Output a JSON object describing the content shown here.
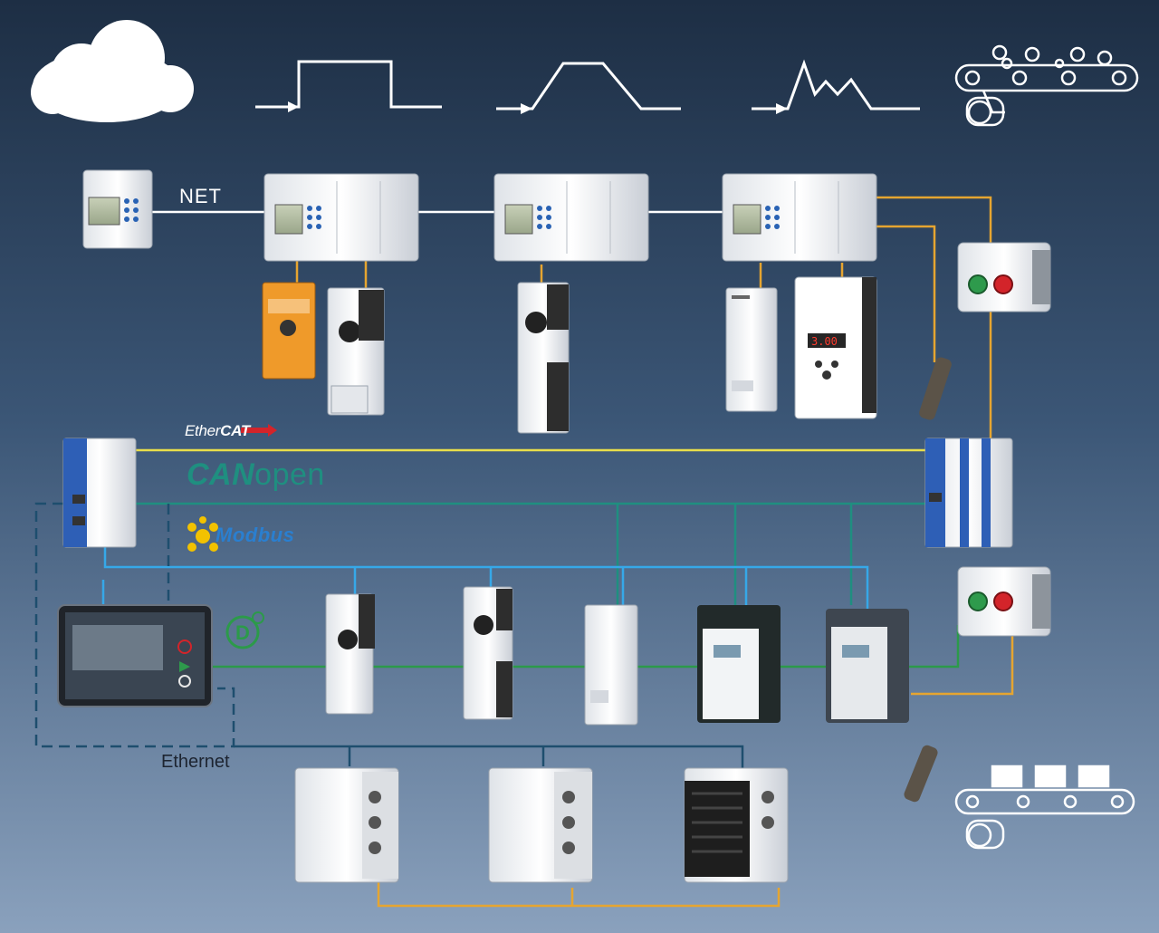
{
  "title": "",
  "labels": {
    "net": "NET",
    "ethernet": "Ethernet",
    "ethercat_a": "Ether",
    "ethercat_b": "CAT",
    "canopen_a": "CAN",
    "canopen_b": "open",
    "modbus": "Modbus"
  },
  "colors": {
    "net_line": "#ffffff",
    "io_line": "#e6a530",
    "ethercat_line": "#e8de4a",
    "canopen_line": "#1f8f80",
    "modbus_line": "#36a8e8",
    "dt_line": "#2c9a4a",
    "ethernet_line": "#1e4e6e",
    "background_top": "#1d2e44",
    "background_bottom": "#7d96b4"
  },
  "icons": [
    "cloud-icon",
    "step-signal-icon",
    "ramp-signal-icon",
    "peak-signal-icon",
    "conveyor-icon",
    "dt-logo-icon",
    "modbus-logo-icon",
    "ethercat-arrow-icon"
  ]
}
